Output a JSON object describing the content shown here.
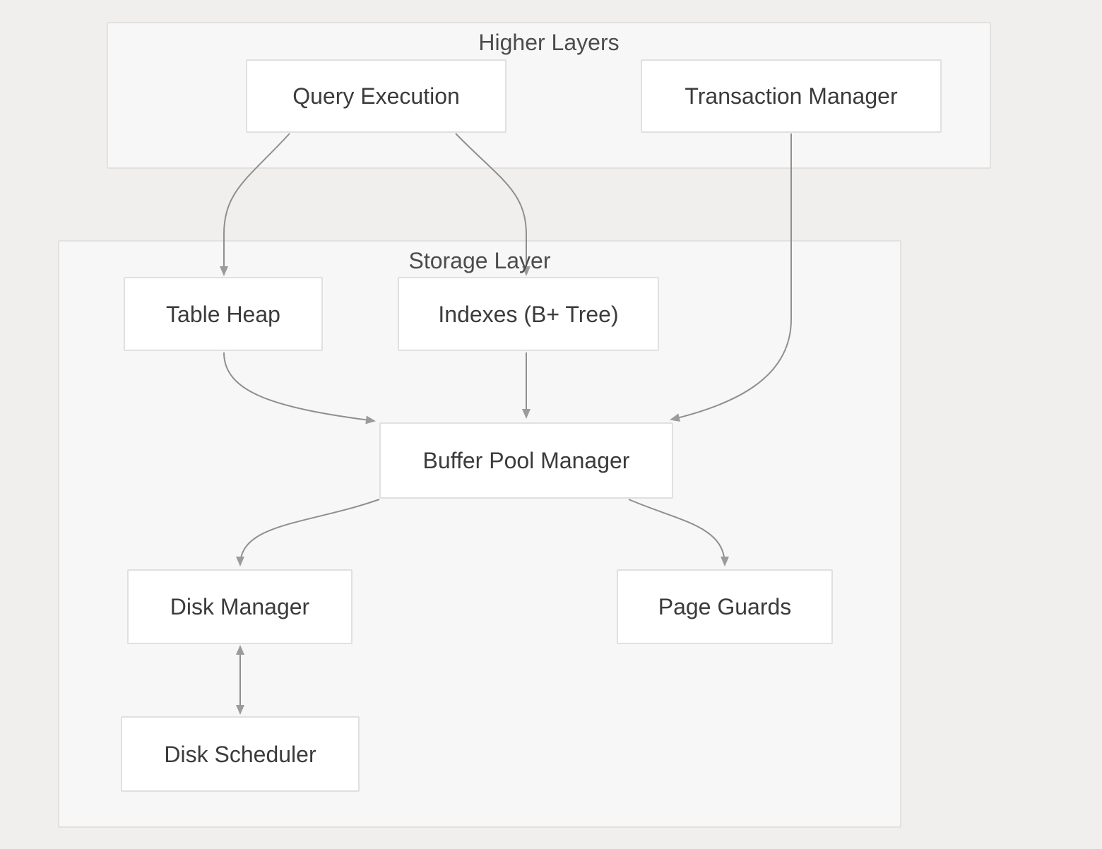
{
  "colors": {
    "bg": "#f0efed",
    "group-fill": "#f7f7f7",
    "group-border": "#e2e1df",
    "node-fill": "#ffffff",
    "node-border": "#e0e0e0",
    "edge": "#8f8f8f",
    "arrow": "#9b9b9b",
    "label": "#3b3b3b",
    "title": "#4c4c4c"
  },
  "groups": {
    "higher": {
      "title": "Higher Layers"
    },
    "storage": {
      "title": "Storage Layer"
    }
  },
  "nodes": {
    "query_execution": {
      "label": "Query Execution",
      "group": "higher"
    },
    "transaction_manager": {
      "label": "Transaction Manager",
      "group": "higher"
    },
    "table_heap": {
      "label": "Table Heap",
      "group": "storage"
    },
    "indexes": {
      "label": "Indexes (B+ Tree)",
      "group": "storage"
    },
    "buffer_pool": {
      "label": "Buffer Pool Manager",
      "group": "storage"
    },
    "disk_manager": {
      "label": "Disk Manager",
      "group": "storage"
    },
    "page_guards": {
      "label": "Page Guards",
      "group": "storage"
    },
    "disk_scheduler": {
      "label": "Disk Scheduler",
      "group": "storage"
    }
  },
  "edges": [
    {
      "from": "query_execution",
      "to": "table_heap",
      "arrow": "end"
    },
    {
      "from": "query_execution",
      "to": "indexes",
      "arrow": "end"
    },
    {
      "from": "transaction_manager",
      "to": "buffer_pool",
      "arrow": "end"
    },
    {
      "from": "table_heap",
      "to": "buffer_pool",
      "arrow": "end"
    },
    {
      "from": "indexes",
      "to": "buffer_pool",
      "arrow": "end"
    },
    {
      "from": "buffer_pool",
      "to": "disk_manager",
      "arrow": "end"
    },
    {
      "from": "buffer_pool",
      "to": "page_guards",
      "arrow": "end"
    },
    {
      "from": "disk_manager",
      "to": "disk_scheduler",
      "arrow": "both"
    }
  ]
}
